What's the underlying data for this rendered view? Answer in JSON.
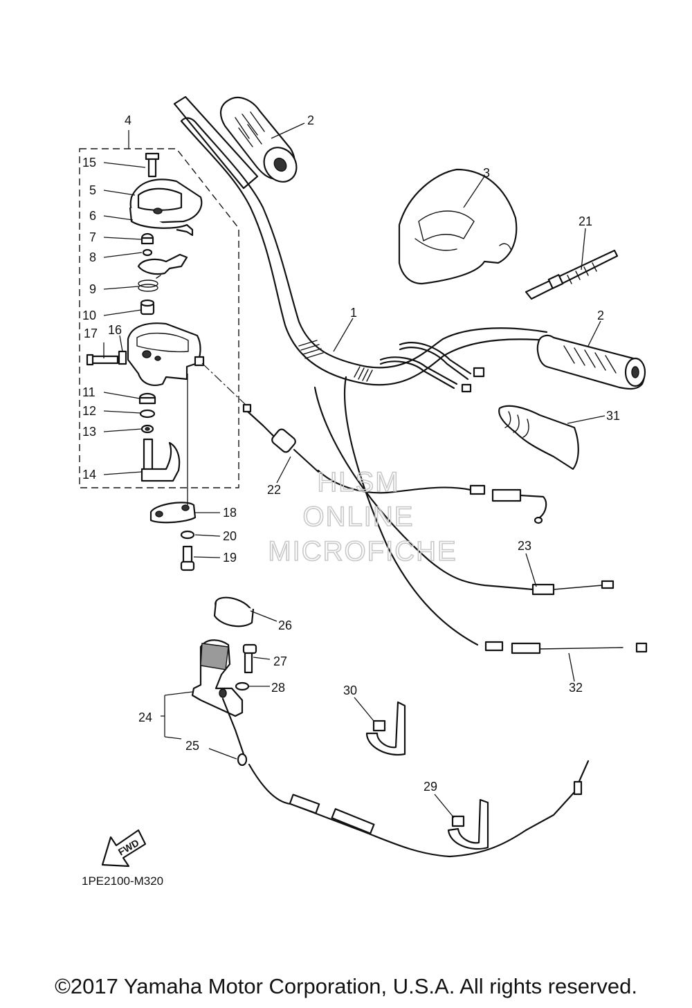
{
  "diagram": {
    "part_code": "1PE2100-M320",
    "copyright": "©2017 Yamaha Motor Corporation, U.S.A. All rights reserved.",
    "fwd_label": "FWD",
    "watermark": [
      "HLSM",
      "ONLINE",
      "MICROFICHE"
    ],
    "callouts": [
      "1",
      "2",
      "2",
      "3",
      "4",
      "5",
      "6",
      "7",
      "8",
      "9",
      "10",
      "11",
      "12",
      "13",
      "14",
      "15",
      "16",
      "17",
      "18",
      "19",
      "20",
      "21",
      "22",
      "23",
      "24",
      "25",
      "26",
      "27",
      "28",
      "29",
      "30",
      "31",
      "32"
    ]
  }
}
